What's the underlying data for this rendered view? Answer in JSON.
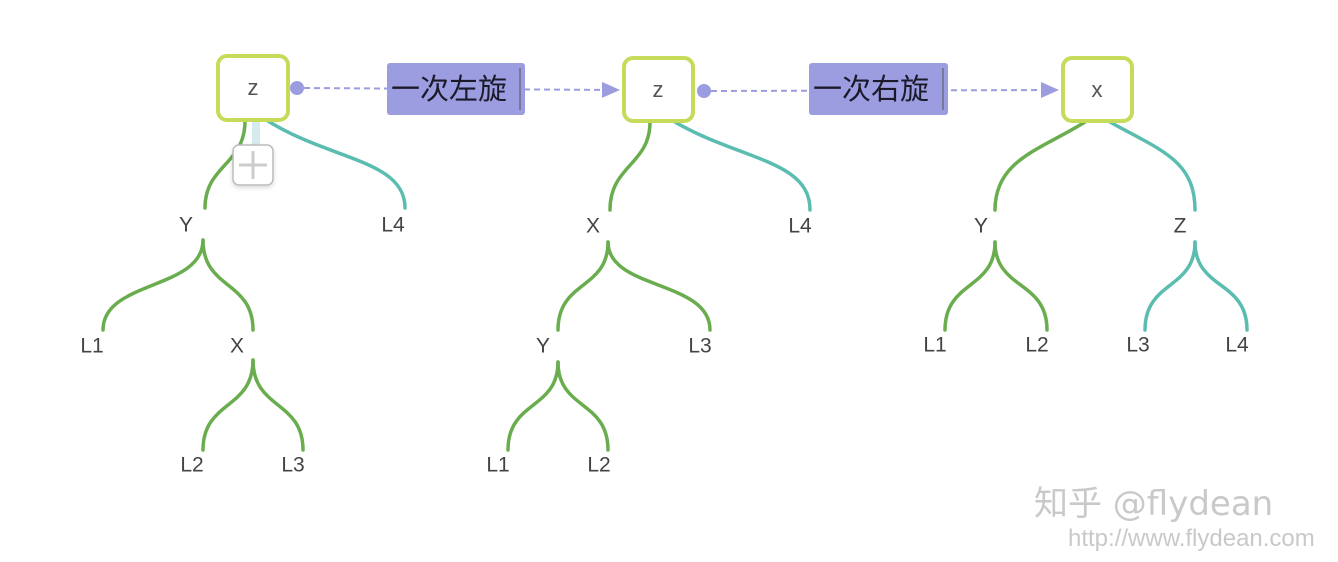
{
  "trees": [
    {
      "root": "z",
      "nodes": {
        "n1": "Y",
        "n2": "L4",
        "n3": "L1",
        "n4": "X",
        "n5": "L2",
        "n6": "L3"
      }
    },
    {
      "root": "z",
      "nodes": {
        "n1": "X",
        "n2": "L4",
        "n3": "Y",
        "n4": "L3",
        "n5": "L1",
        "n6": "L2"
      }
    },
    {
      "root": "x",
      "nodes": {
        "n1": "Y",
        "n2": "Z",
        "n3": "L1",
        "n4": "L2",
        "n5": "L3",
        "n6": "L4"
      }
    }
  ],
  "operations": [
    "一次左旋",
    "一次右旋"
  ],
  "watermark": {
    "line1": "知乎 @flydean",
    "line2": "http://www.flydean.com"
  },
  "colors": {
    "branch_green": "#69ad4f",
    "branch_teal": "#5bbcb0",
    "root_border": "#c5dc5a",
    "operation_bg": "#9c9ce0"
  }
}
